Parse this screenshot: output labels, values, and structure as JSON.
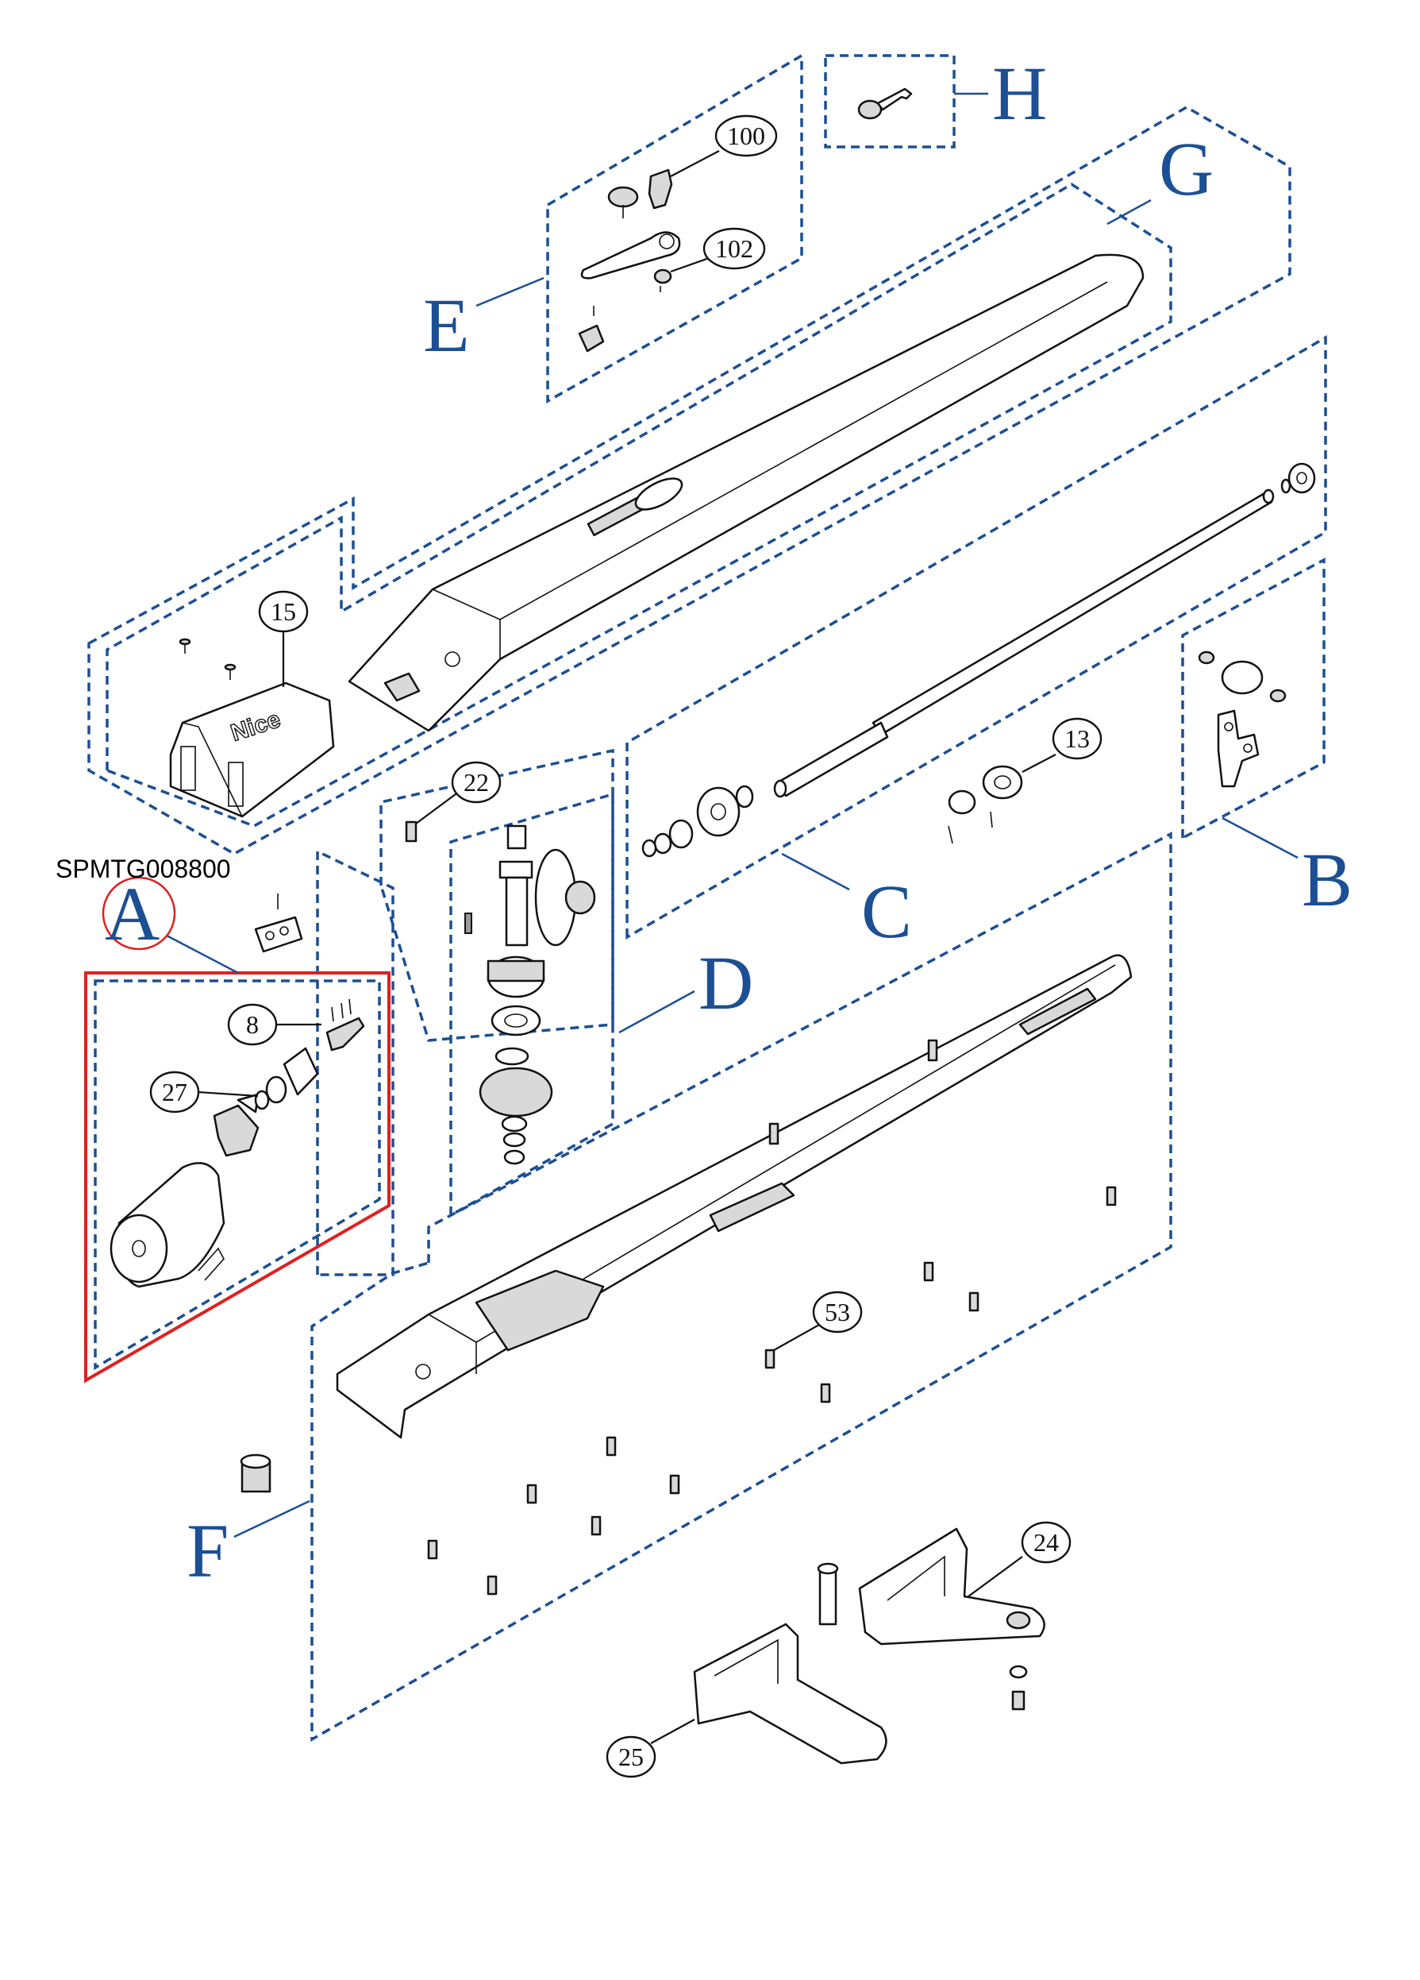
{
  "product_code": "SPMTG008800",
  "highlighted_group": "A",
  "colors": {
    "group_blue": "#1c4f94",
    "highlight_red": "#e02020",
    "line": "#111111"
  },
  "groups": [
    {
      "id": "A",
      "label": "A"
    },
    {
      "id": "B",
      "label": "B"
    },
    {
      "id": "C",
      "label": "C"
    },
    {
      "id": "D",
      "label": "D"
    },
    {
      "id": "E",
      "label": "E"
    },
    {
      "id": "F",
      "label": "F"
    },
    {
      "id": "G",
      "label": "G"
    },
    {
      "id": "H",
      "label": "H"
    }
  ],
  "callouts": [
    {
      "id": "c100",
      "label": "100"
    },
    {
      "id": "c102",
      "label": "102"
    },
    {
      "id": "c15",
      "label": "15"
    },
    {
      "id": "c22",
      "label": "22"
    },
    {
      "id": "c13",
      "label": "13"
    },
    {
      "id": "c8",
      "label": "8"
    },
    {
      "id": "c27",
      "label": "27"
    },
    {
      "id": "c53",
      "label": "53"
    },
    {
      "id": "c24",
      "label": "24"
    },
    {
      "id": "c25",
      "label": "25"
    }
  ],
  "cover_brand": "Nice"
}
